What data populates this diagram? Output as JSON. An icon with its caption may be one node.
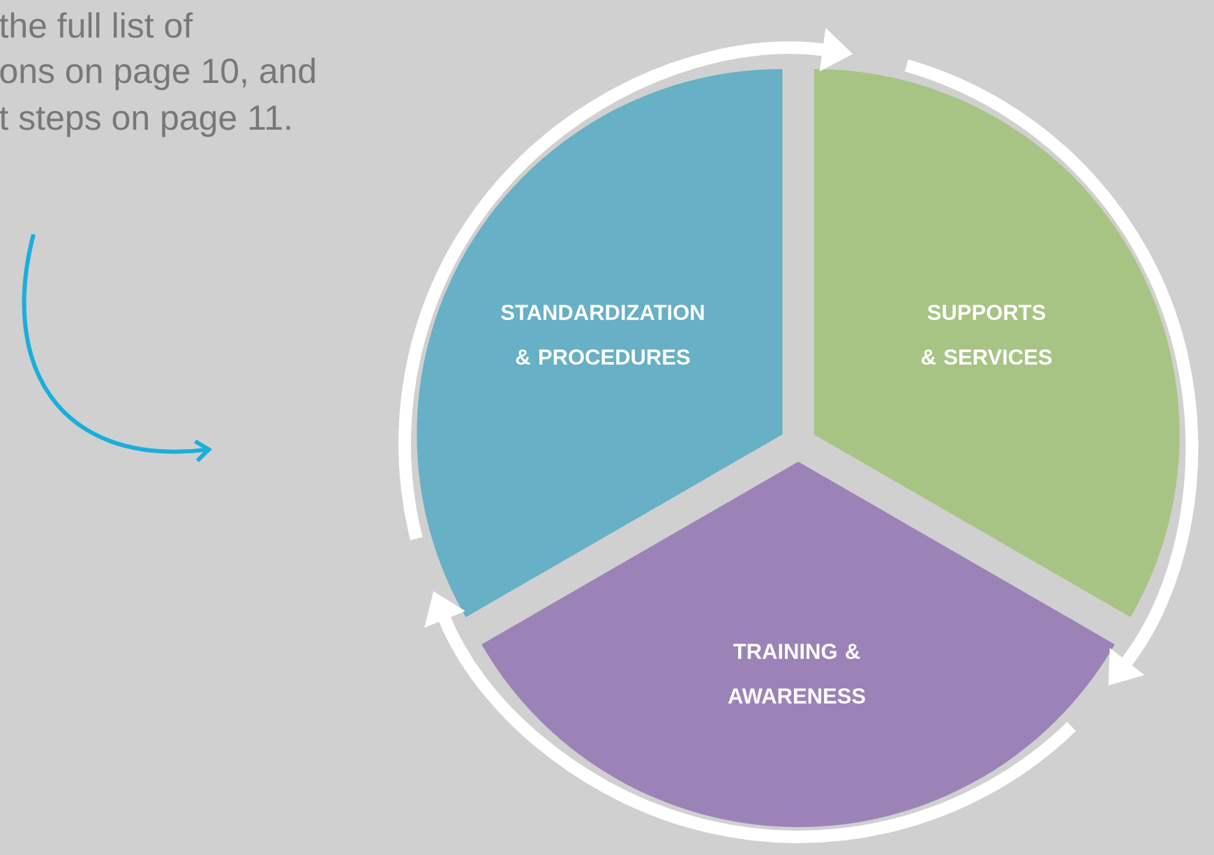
{
  "diagram": {
    "nodes": [
      {
        "text": [
          "STANDARDIZATION & PROCEDURES"
        ]
      },
      {
        "text": [
          "SUPPORTS & SERVICES"
        ]
      },
      {
        "text": [
          "TRAINING & AWARENESS"
        ]
      }
    ],
    "edges": [
      {
        "from": 0,
        "to": 1,
        "arrow": "to"
      },
      {
        "from": 1,
        "to": 2,
        "arrow": "to"
      },
      {
        "from": 2,
        "to": 0,
        "arrow": "to"
      }
    ],
    "labels": [
      "the full list of",
      "ons on page 10, and",
      "t steps on page 11."
    ]
  }
}
